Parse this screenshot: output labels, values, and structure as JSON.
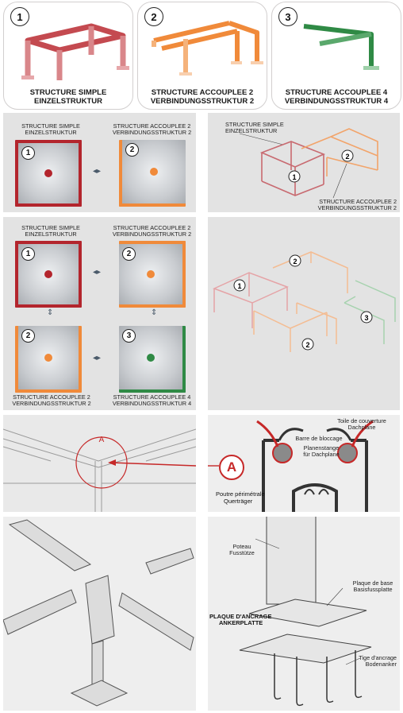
{
  "top_cards": [
    {
      "num": "1",
      "title": "STRUCTURE SIMPLE",
      "subtitle": "EINZELSTRUKTUR"
    },
    {
      "num": "2",
      "title": "STRUCTURE ACCOUPLEE 2",
      "subtitle": "VERBINDUNGSSTRUKTUR 2"
    },
    {
      "num": "3",
      "title": "STRUCTURE ACCOUPLEE 4",
      "subtitle": "VERBINDUNGSSTRUKTUR 4"
    }
  ],
  "plan1": {
    "left_title": "STRUCTURE SIMPLE",
    "left_sub": "EINZELSTRUKTUR",
    "right_title": "STRUCTURE ACCOUPLEE 2",
    "right_sub": "VERBINDUNGSSTRUKTUR 2",
    "n1": "1",
    "n2": "2"
  },
  "iso1": {
    "label_top": "STRUCTURE SIMPLE",
    "label_top_sub": "EINZELSTRUKTUR",
    "label_bottom": "STRUCTURE ACCOUPLEE 2",
    "label_bottom_sub": "VERBINDUNGSSTRUKTUR 2",
    "n1": "1",
    "n2": "2"
  },
  "plan2": {
    "tl_title": "STRUCTURE SIMPLE",
    "tl_sub": "EINZELSTRUKTUR",
    "tr_title": "STRUCTURE ACCOUPLEE 2",
    "tr_sub": "VERBINDUNGSSTRUKTUR 2",
    "bl_title": "STRUCTURE ACCOUPLEE 2",
    "bl_sub": "VERBINDUNGSSTRUKTUR 2",
    "br_title": "STRUCTURE ACCOUPLEE 4",
    "br_sub": "VERBINDUNGSSTRUKTUR 4",
    "n_tl": "1",
    "n_tr": "2",
    "n_bl": "2",
    "n_br": "3"
  },
  "iso2": {
    "n1": "1",
    "n2a": "2",
    "n2b": "2",
    "n3": "3"
  },
  "detail": {
    "callout": "A",
    "toile": "Toile de couverture",
    "dachplane": "Dachplane",
    "barre": "Barre de bloccage",
    "planenstange": "Planenstange",
    "planenstange_sub": "für Dachplane",
    "poutre": "Poutre périmétrale",
    "quertrager": "Querträger"
  },
  "base": {
    "poteau": "Poteau",
    "fussstutze": "Fusstütze",
    "plaque_base": "Plaque de base",
    "basisfussplatte": "Basisfussplatte",
    "plaque_ancrage": "PLAQUE D'ANCRAGE",
    "ankerplatte": "ANKERPLATTE",
    "tige": "Tige d'ancrage",
    "bodenanker": "Bodenanker"
  },
  "colors": {
    "red": "#b3252d",
    "orange": "#f08a3a",
    "green": "#2f8a45"
  }
}
